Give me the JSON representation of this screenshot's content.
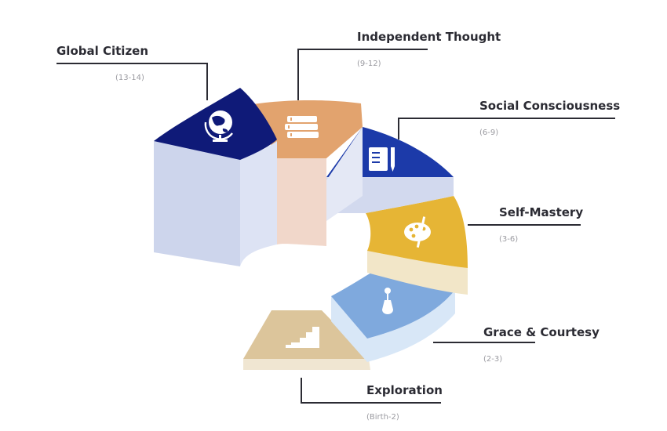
{
  "stages": [
    {
      "id": "global",
      "title": "Global Citizen",
      "ages": "(13-14)",
      "icon": "globe-icon",
      "top_color": "#0f1a78",
      "side_color": "#cdd5ec"
    },
    {
      "id": "independent",
      "title": "Independent Thought",
      "ages": "(9-12)",
      "icon": "books-icon",
      "top_color": "#e2a36e",
      "side_color": "#f1d7ca"
    },
    {
      "id": "social",
      "title": "Social Consciousness",
      "ages": "(6-9)",
      "icon": "notebook-pencil-icon",
      "top_color": "#1c3aa9",
      "side_color": "#d2d9ee"
    },
    {
      "id": "selfmastery",
      "title": "Self-Mastery",
      "ages": "(3-6)",
      "icon": "palette-icon",
      "top_color": "#e6b535",
      "side_color": "#f2e6c8"
    },
    {
      "id": "grace",
      "title": "Grace & Courtesy",
      "ages": "(2-3)",
      "icon": "flower-vase-icon",
      "top_color": "#7fa9dd",
      "side_color": "#d8e7f7"
    },
    {
      "id": "exploration",
      "title": "Exploration",
      "ages": "(Birth-2)",
      "icon": "stairs-icon",
      "top_color": "#dcc59b",
      "side_color": "#f0e6d2"
    }
  ],
  "colors": {
    "leader_line": "#2b2b33",
    "icon_fill": "#ffffff"
  }
}
